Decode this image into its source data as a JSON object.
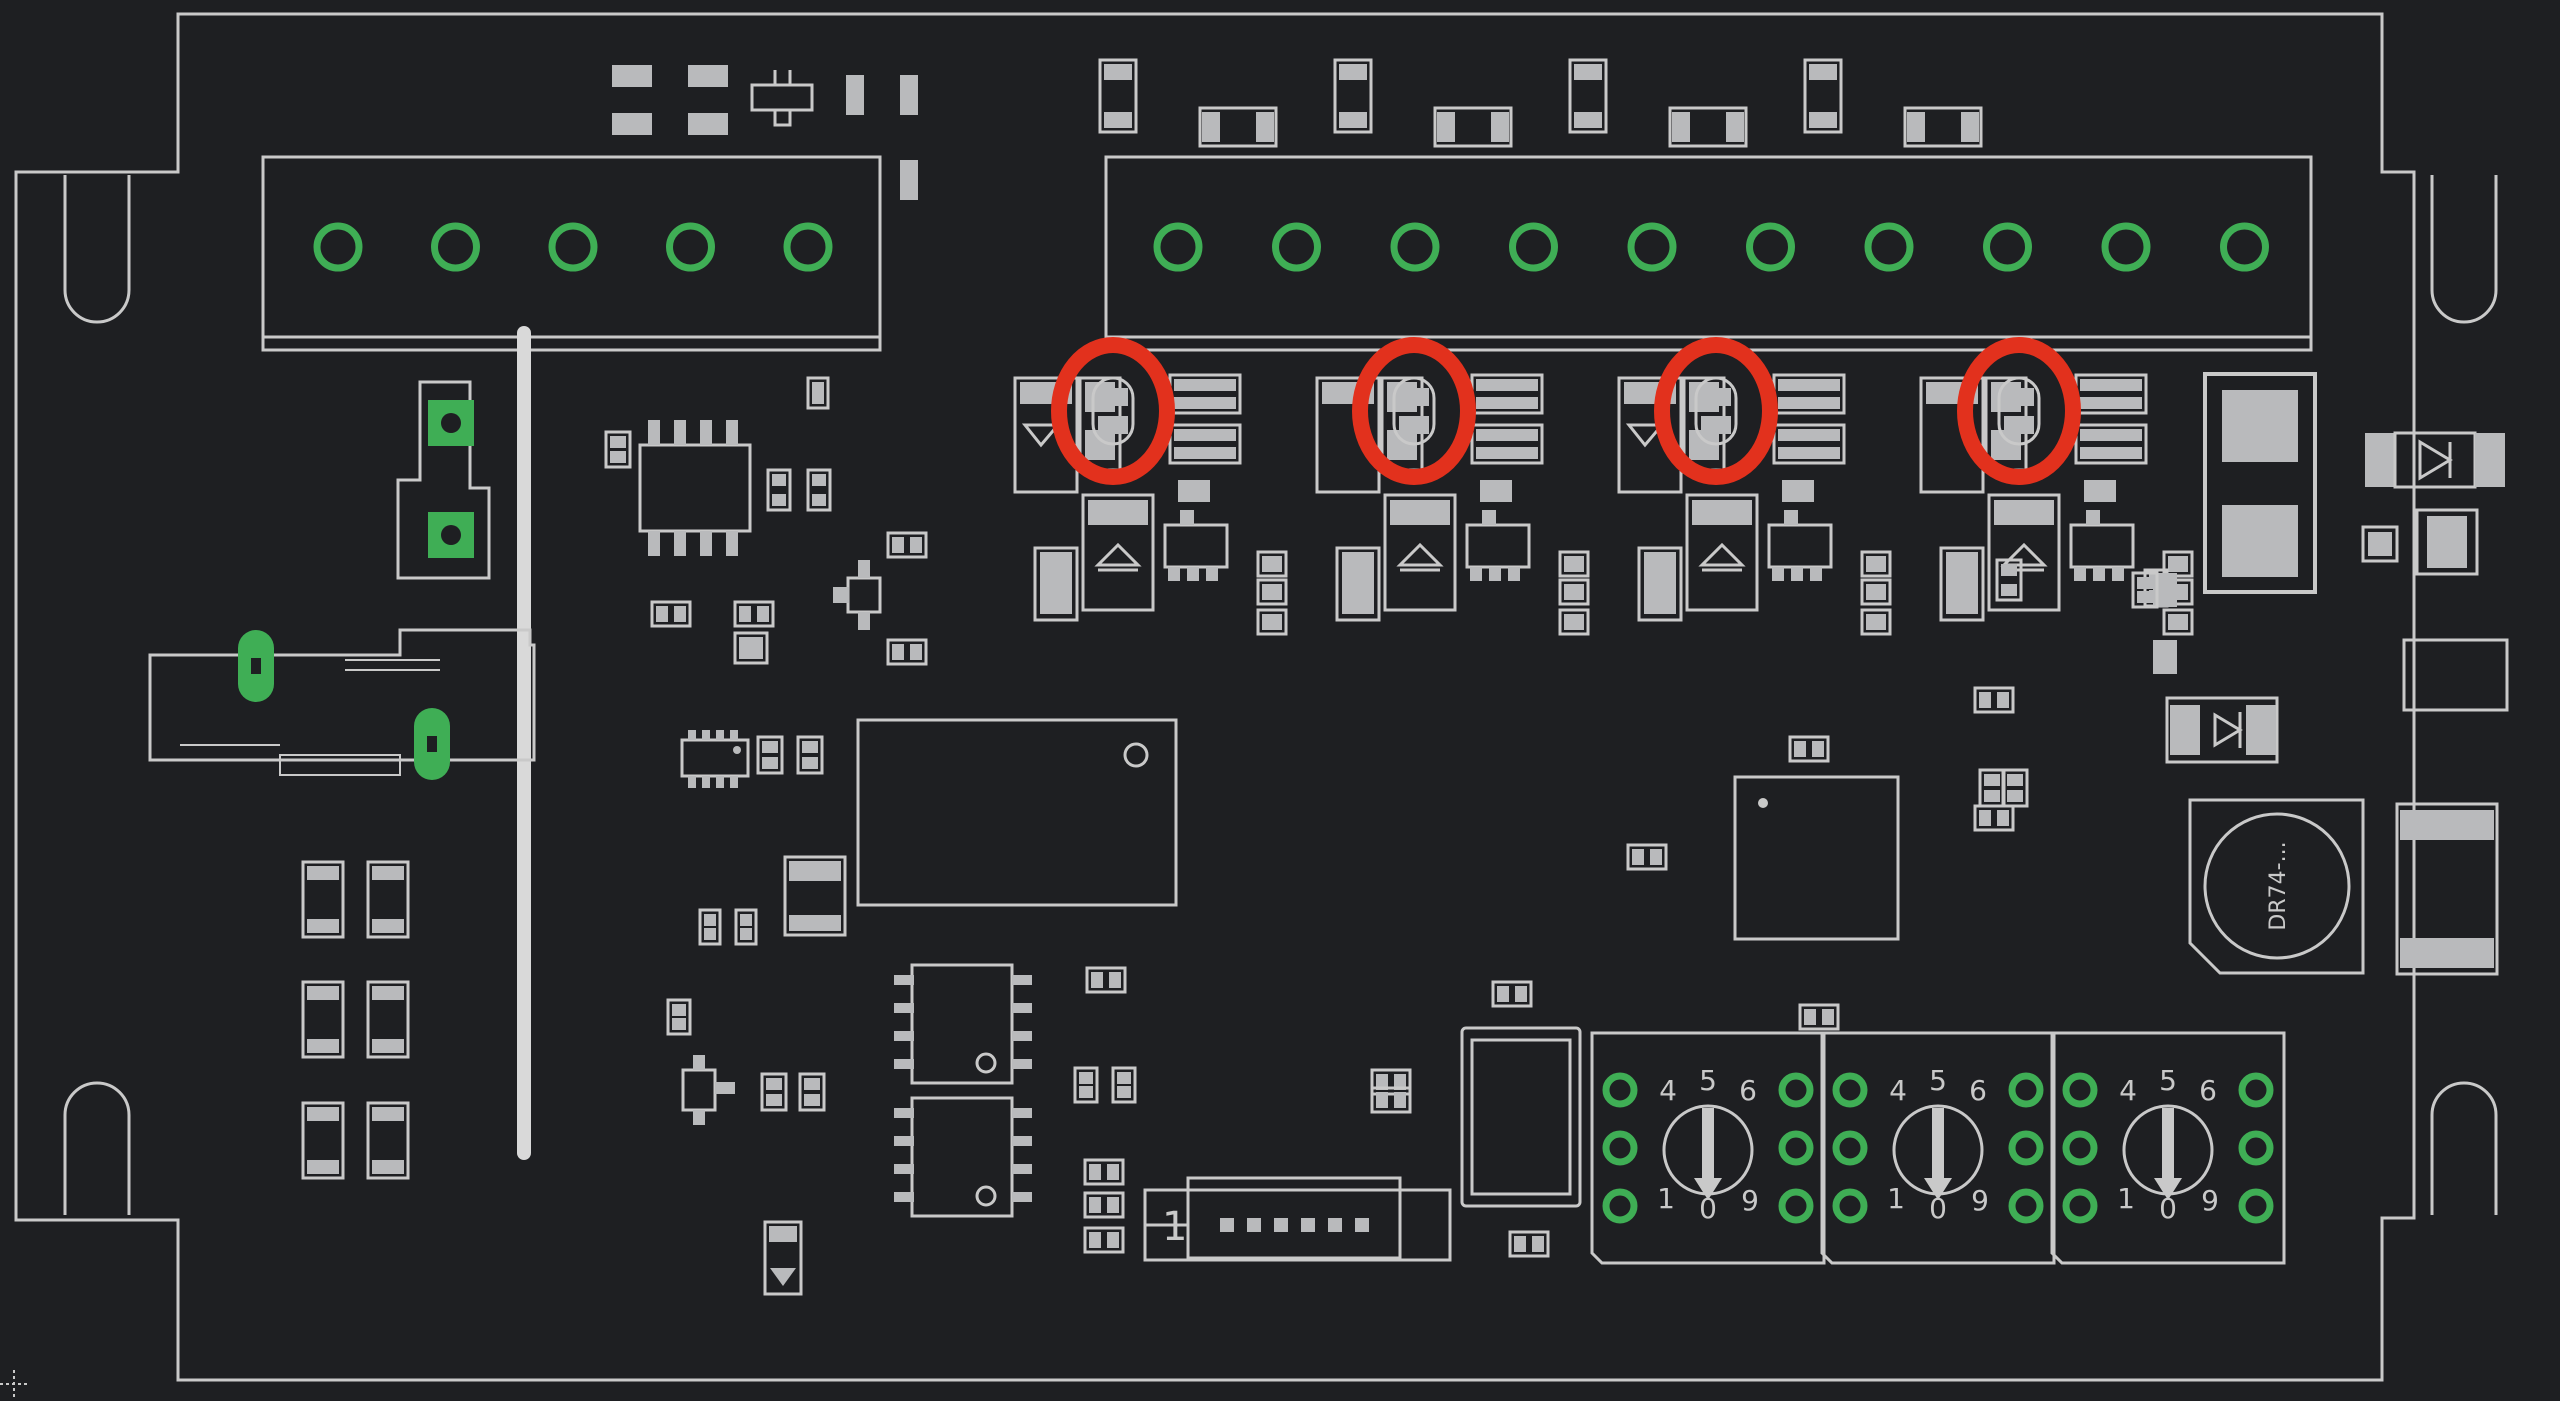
{
  "board": {
    "colors": {
      "background": "#1e1f22",
      "silkscreen": "#c9c9c9",
      "pad": "#b9babc",
      "plated_hole": "#3fae55",
      "highlight": "#e2311d"
    }
  },
  "labels": {
    "connector_pin1": "1",
    "inductor_ref": "DR74-..."
  },
  "rotary_switches": [
    {
      "digits": [
        "4",
        "5",
        "6",
        "1",
        "0",
        "9"
      ]
    },
    {
      "digits": [
        "4",
        "5",
        "6",
        "1",
        "0",
        "9"
      ]
    },
    {
      "digits": [
        "4",
        "5",
        "6",
        "1",
        "0",
        "9"
      ]
    }
  ]
}
